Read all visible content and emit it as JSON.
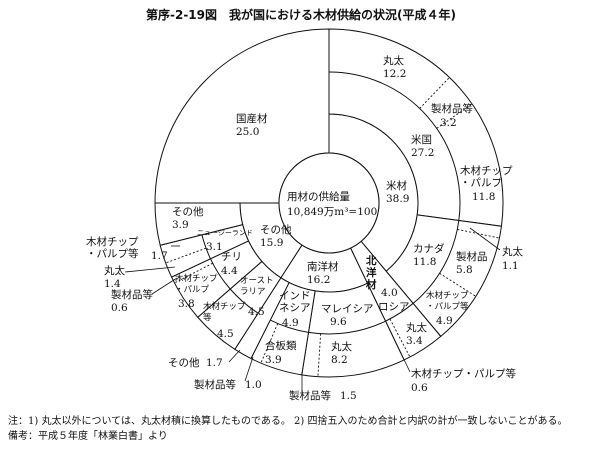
{
  "figure_title": "第序-2-19図　我が国における木材供給の状況(平成４年)",
  "notes": {
    "note1": "注：1)  丸太以外については、丸太材積に換算したものである。  2)  四捨五入のため合計と内訳の計が一致しないことがある。",
    "source": "備考：平成５年度「林業白書」より"
  },
  "chart_data": {
    "type": "pie",
    "subtype": "nested-donut",
    "title": "第序-2-19図　我が国における木材供給の状況(平成４年)",
    "center_label": "用材の供給量",
    "center_value": "10,849万m³=100",
    "total": 100,
    "unit": "%",
    "segments": [
      {
        "label": "米材",
        "value": 38.9,
        "children": [
          {
            "label": "米国",
            "value": 27.2,
            "children": [
              {
                "label": "丸太",
                "value": 12.2
              },
              {
                "label": "製材品等",
                "value": 3.2
              },
              {
                "label": "木材チップ・パルプ",
                "value": 11.8
              }
            ]
          },
          {
            "label": "カナダ",
            "value": 11.8,
            "children": [
              {
                "label": "丸太",
                "value": 1.1
              },
              {
                "label": "製材品",
                "value": 5.8
              },
              {
                "label": "木材チップ・パルプ等",
                "value": 4.9
              }
            ]
          }
        ]
      },
      {
        "label": "北洋材",
        "value": 4.0,
        "merged": true,
        "children": [
          {
            "label": "ロシア",
            "value": 4.0,
            "children": [
              {
                "label": "丸太",
                "value": 3.4
              },
              {
                "label": "木材チップ・パルプ等",
                "value": 0.6
              }
            ]
          }
        ]
      },
      {
        "label": "南洋材",
        "value": 16.2,
        "children": [
          {
            "label": "マレイシア",
            "value": 9.6,
            "children": [
              {
                "label": "丸太",
                "value": 8.2
              },
              {
                "label": "製材品等",
                "value": 1.5
              }
            ]
          },
          {
            "label": "インドネシア",
            "value": 4.9,
            "children": [
              {
                "label": "合板類",
                "value": 3.9
              },
              {
                "label": "製材品等",
                "value": 1.0
              }
            ]
          },
          {
            "label": "その他",
            "value": 1.7
          }
        ]
      },
      {
        "label": "その他",
        "value": 15.9,
        "children": [
          {
            "label": "オーストラリア",
            "value": 4.5,
            "children": [
              {
                "label": "木材チップ等",
                "value": 4.5
              }
            ]
          },
          {
            "label": "チリ",
            "value": 4.4,
            "children": [
              {
                "label": "木材チップ・パルプ",
                "value": 3.8
              },
              {
                "label": "製材品等",
                "value": 0.6
              }
            ]
          },
          {
            "label": "ニュージーランド",
            "value": 3.1,
            "children": [
              {
                "label": "丸太",
                "value": 1.4
              },
              {
                "label": "木材チップ・パルプ等",
                "value": 1.7
              }
            ]
          },
          {
            "label": "その他",
            "value": 3.9
          }
        ]
      },
      {
        "label": "国産材",
        "value": 25.0
      }
    ]
  }
}
